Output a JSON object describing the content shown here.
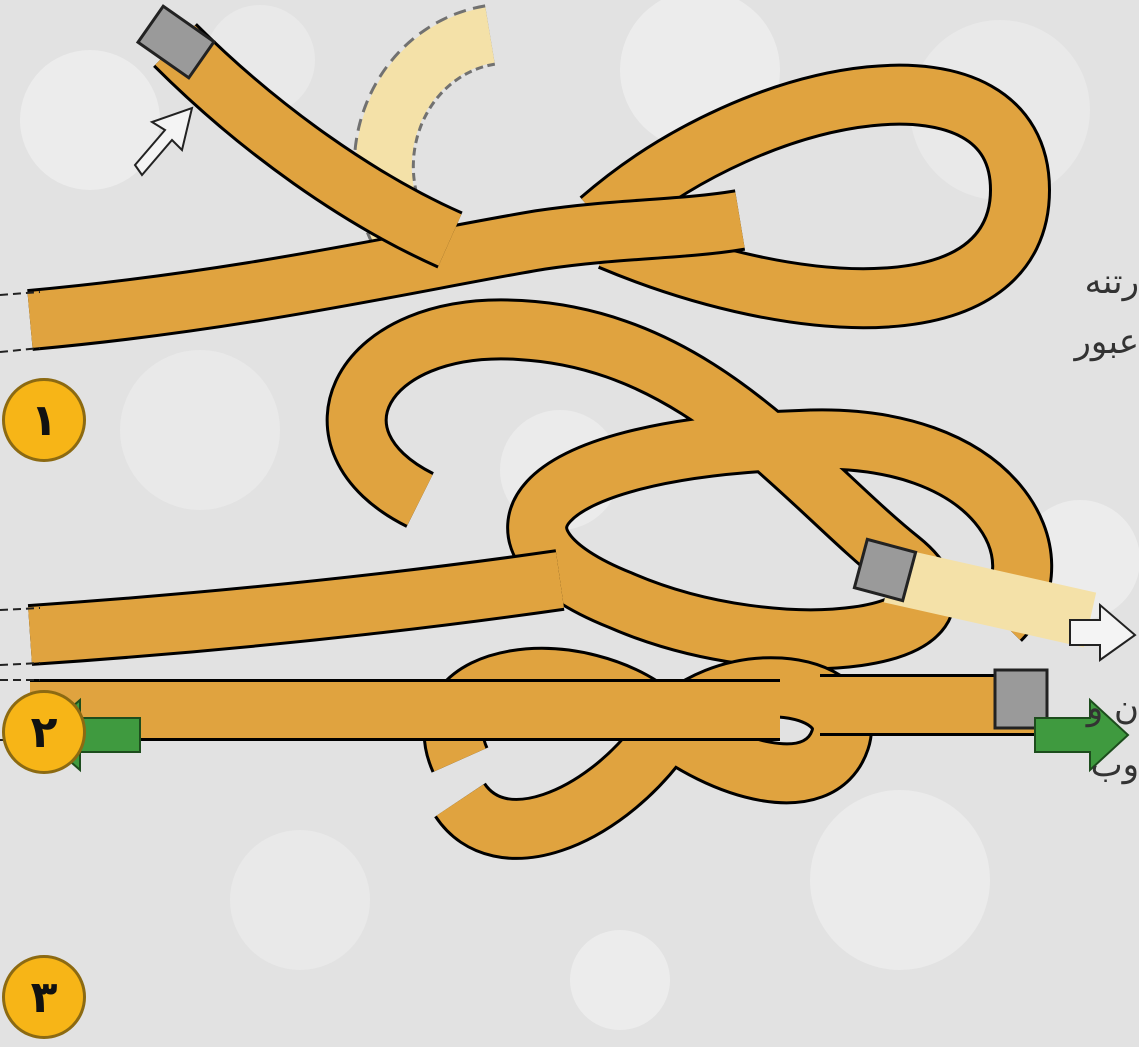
{
  "steps": [
    {
      "number": "۱"
    },
    {
      "number": "۲"
    },
    {
      "number": "۳"
    }
  ],
  "side_text": [
    "رتنه",
    "عبور",
    "ن و",
    "وب"
  ],
  "colors": {
    "background": "#e2e2e2",
    "rope": "#e0a33f",
    "badge": "#f7b517",
    "pull_arrow": "#3f9a3f",
    "hint_arrow": "#f4f4f4"
  }
}
